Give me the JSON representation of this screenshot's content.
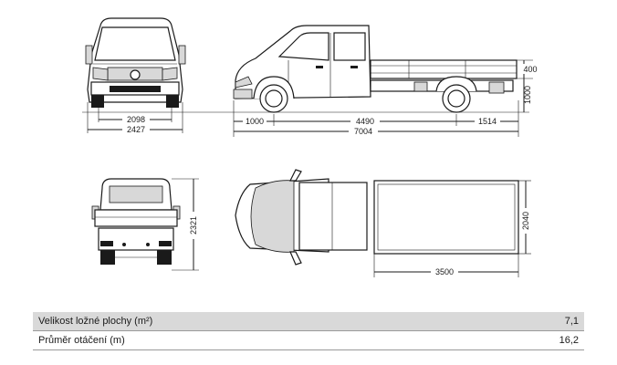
{
  "dimensions": {
    "front_track": "2098",
    "front_width": "2427",
    "front_overhang": "1000",
    "wheelbase": "4490",
    "rear_overhang": "1514",
    "total_length": "7004",
    "bed_side_height": "400",
    "bed_floor_height": "1000",
    "total_height": "2321",
    "bed_inner_width": "2040",
    "bed_inner_length": "3500"
  },
  "specs": [
    {
      "label": "Velikost ložné plochy (m²)",
      "value": "7,1"
    },
    {
      "label": "Průměr otáčení (m)",
      "value": "16,2"
    }
  ]
}
